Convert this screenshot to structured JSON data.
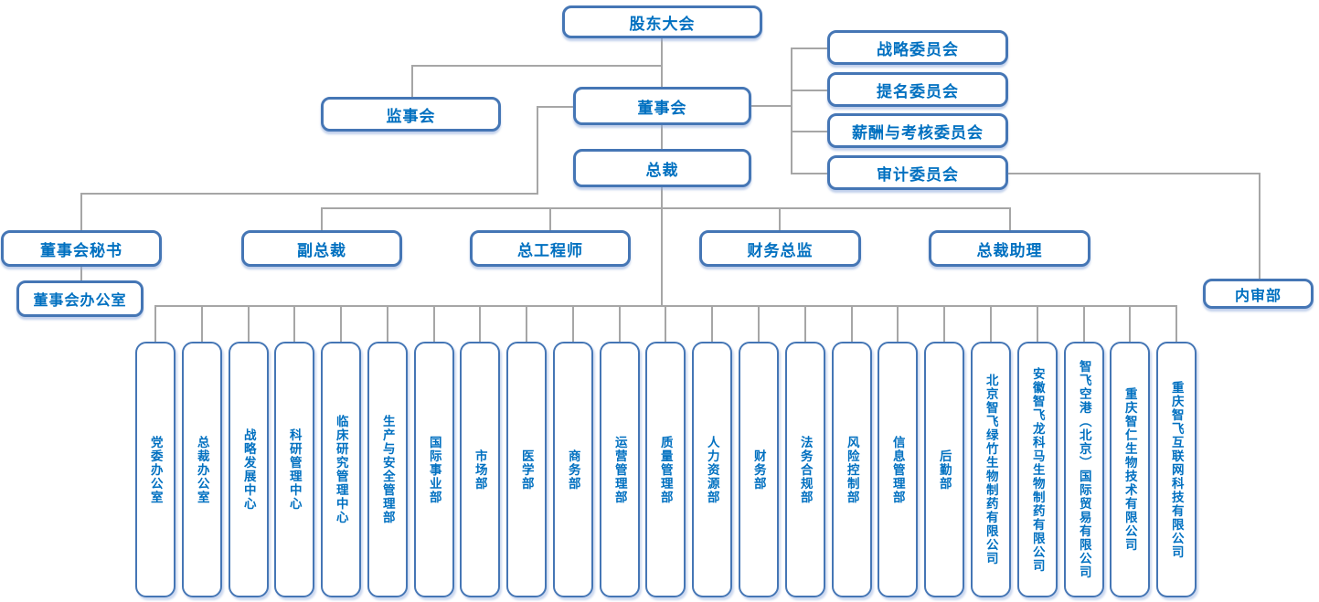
{
  "colors": {
    "node_border": "#4576B5",
    "node_text": "#0070C0",
    "connector": "#A6A6A6",
    "background": "#FFFFFF"
  },
  "nodes": {
    "shareholders_meeting": "股东大会",
    "supervisory_board": "监事会",
    "board_of_directors": "董事会",
    "president": "总裁",
    "board_secretary": "董事会秘书",
    "board_office": "董事会办公室",
    "vice_president": "副总裁",
    "chief_engineer": "总工程师",
    "finance_director": "财务总监",
    "president_assistant": "总裁助理",
    "internal_audit_dept": "内审部"
  },
  "committees": [
    "战略委员会",
    "提名委员会",
    "薪酬与考核委员会",
    "审计委员会"
  ],
  "departments": [
    "党委办公室",
    "总裁办公室",
    "战略发展中心",
    "科研管理中心",
    "临床研究管理中心",
    "生产与安全管理部",
    "国际事业部",
    "市场部",
    "医学部",
    "商务部",
    "运营管理部",
    "质量管理部",
    "人力资源部",
    "财务部",
    "法务合规部",
    "风险控制部",
    "信息管理部",
    "后勤部",
    "北京智飞绿竹生物制药有限公司",
    "安徽智飞龙科马生物制药有限公司",
    "智飞空港（北京）国际贸易有限公司",
    "重庆智仁生物技术有限公司",
    "重庆智飞互联网科技有限公司"
  ]
}
